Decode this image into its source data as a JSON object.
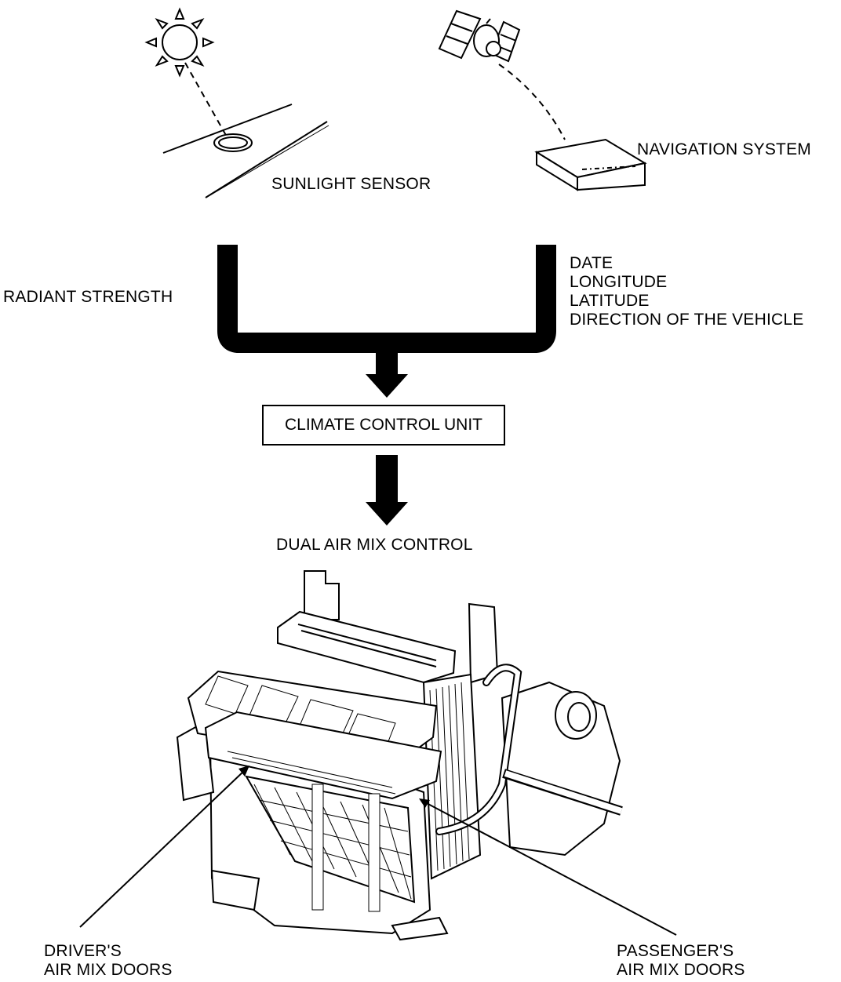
{
  "labels": {
    "sunlight_sensor": "SUNLIGHT SENSOR",
    "navigation_system": "NAVIGATION SYSTEM",
    "radiant_strength": "RADIANT STRENGTH",
    "nav_outputs": [
      "DATE",
      "LONGITUDE",
      "LATITUDE",
      "DIRECTION OF THE VEHICLE"
    ],
    "climate_control_unit": "CLIMATE CONTROL UNIT",
    "dual_air_mix_control": "DUAL AIR MIX CONTROL",
    "drivers_doors": [
      "DRIVER'S",
      "AIR MIX DOORS"
    ],
    "passengers_doors": [
      "PASSENGER'S",
      "AIR MIX DOORS"
    ]
  },
  "colors": {
    "line": "#000000",
    "background": "#ffffff"
  },
  "icons": [
    "sun-icon",
    "satellite-icon",
    "sunlight-sensor-icon",
    "navigation-unit-icon",
    "hvac-unit-illustration"
  ]
}
